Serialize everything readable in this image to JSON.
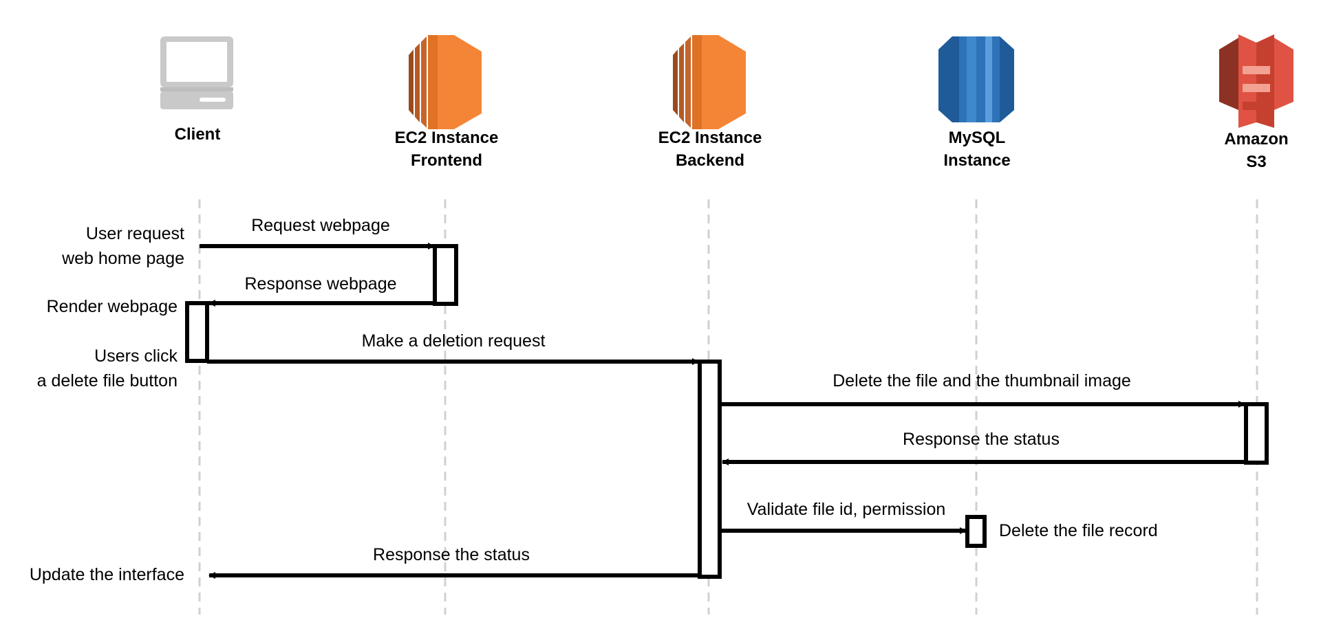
{
  "actors": [
    {
      "id": "client",
      "lines": [
        "Client"
      ],
      "icon": "desktop-computer-icon"
    },
    {
      "id": "frontend",
      "lines": [
        "EC2 Instance",
        "Frontend"
      ],
      "icon": "ec2-instance-icon",
      "color": "#F58536"
    },
    {
      "id": "backend",
      "lines": [
        "EC2 Instance",
        "Backend"
      ],
      "icon": "ec2-instance-icon",
      "color": "#F58536"
    },
    {
      "id": "mysql",
      "lines": [
        "MySQL",
        "Instance"
      ],
      "icon": "mysql-database-icon",
      "color": "#2E73B8"
    },
    {
      "id": "s3",
      "lines": [
        "Amazon",
        "S3"
      ],
      "icon": "amazon-s3-bucket-icon",
      "color": "#E05243"
    }
  ],
  "messages": [
    {
      "label": "Request webpage",
      "from": "client",
      "to": "frontend"
    },
    {
      "label": "Response webpage",
      "from": "frontend",
      "to": "client"
    },
    {
      "label": "Make a deletion request",
      "from": "client",
      "to": "backend"
    },
    {
      "label": "Delete the file and the thumbnail image",
      "from": "backend",
      "to": "s3"
    },
    {
      "label": "Response the status",
      "from": "s3",
      "to": "backend"
    },
    {
      "label": "Validate file id, permission",
      "from": "backend",
      "to": "mysql"
    },
    {
      "label": "Response the status",
      "from": "backend",
      "to": "client"
    }
  ],
  "notes": [
    {
      "lines": [
        "User request",
        "web home page"
      ]
    },
    {
      "lines": [
        "Render webpage"
      ]
    },
    {
      "lines": [
        "Users click",
        "a delete file button"
      ]
    },
    {
      "lines": [
        "Delete the file record"
      ]
    },
    {
      "lines": [
        "Update the interface"
      ]
    }
  ],
  "colors": {
    "lifeline": "#d0d0d0",
    "arrow": "#000000",
    "ec2_orange": "#F58536",
    "mysql_blue": "#2E73B8",
    "s3_red": "#E05243",
    "client_gray": "#c9c9c9"
  }
}
